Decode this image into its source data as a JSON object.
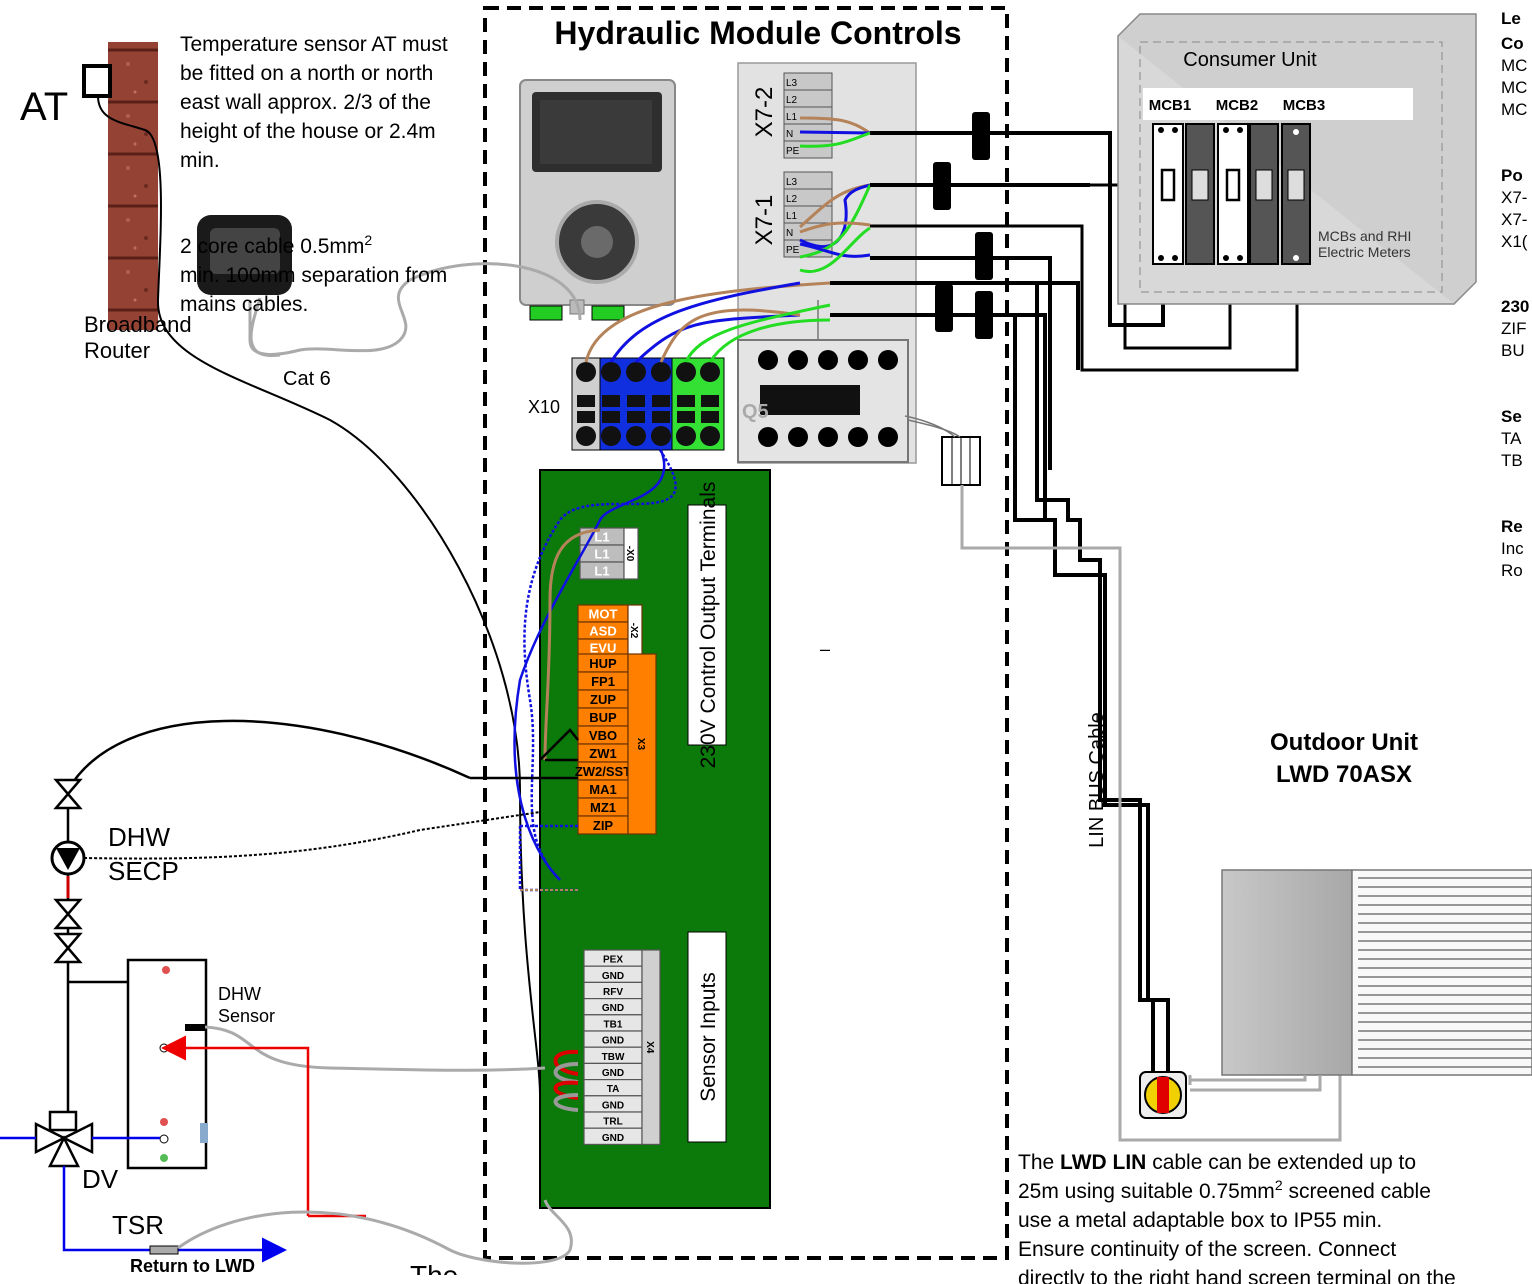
{
  "title": "Hydraulic Module Controls",
  "sensor_note": "Temperature sensor AT must be fitted on a north or north east wall approx. 2/3 of the height of the house or 2.4m min.",
  "cable_note_1": "2 core cable 0.5mm",
  "cable_note_sup": "2",
  "cable_note_2": "min. 100mm separation from mains cables.",
  "labels": {
    "at": "AT",
    "router_line1": "Broadband",
    "router_line2": "Router",
    "cat6": "Cat 6",
    "dhw": "DHW",
    "secp": "SECP",
    "dhw_sensor_line1": "DHW",
    "dhw_sensor_line2": "Sensor",
    "dv": "DV",
    "tsr": "TSR",
    "return_to_lwd": "Return to LWD",
    "x10": "X10",
    "q5": "Q5",
    "x7_2": "X7-2",
    "x7_1": "X7-1",
    "lin_bus_cable": "LIN BUS Cable",
    "outdoor_unit_line1": "Outdoor Unit",
    "outdoor_unit_line2": "LWD 70ASX",
    "consumer_unit": "Consumer Unit",
    "mcb1": "MCB1",
    "mcb2": "MCB2",
    "mcb3": "MCB3",
    "mcb_meters_line1": "MCBs and RHI",
    "mcb_meters_line2": "Electric Meters",
    "control_output_terminals": "230V Control Output Terminals",
    "sensor_inputs": "Sensor Inputs",
    "dash_mark": "–",
    "bottom_cut": "The"
  },
  "x7_terminals": [
    "L3",
    "L2",
    "L1",
    "N",
    "PE"
  ],
  "x0_block": {
    "name": "-X0",
    "terminals": [
      "L1",
      "L1",
      "L1"
    ]
  },
  "x2_block": {
    "name": "-X2",
    "terminals": [
      "MOT",
      "ASD",
      "EVU"
    ]
  },
  "x3_block": {
    "name": "X3",
    "terminals": [
      "HUP",
      "FP1",
      "ZUP",
      "BUP",
      "VBO",
      "ZW1",
      "ZW2/SST",
      "MA1",
      "MZ1",
      "ZIP"
    ]
  },
  "x4_block": {
    "name": "X4",
    "terminals": [
      "PEX",
      "GND",
      "RFV",
      "GND",
      "TB1",
      "GND",
      "TBW",
      "GND",
      "TA",
      "GND",
      "TRL",
      "GND"
    ]
  },
  "lin_note": {
    "p1": "The ",
    "bold": "LWD LIN",
    "p2": " cable can be extended up to",
    "line2a": "25m using suitable 0.75mm",
    "line2sup": "2",
    "line2b": " screened cable",
    "line3": "use a metal adaptable box to IP55 min.",
    "line4": "Ensure continuity of the screen. Connect",
    "line5": "directly to the right hand screen terminal on the"
  },
  "sidebar": [
    {
      "text": "Le",
      "bold": true
    },
    {
      "text": "Co",
      "bold": true
    },
    {
      "text": "MC",
      "bold": false
    },
    {
      "text": "MC",
      "bold": false
    },
    {
      "text": "MC",
      "bold": false
    },
    {
      "text": "Po",
      "bold": true
    },
    {
      "text": "X7-",
      "bold": false
    },
    {
      "text": "X7-",
      "bold": false
    },
    {
      "text": "X1(",
      "bold": false
    },
    {
      "text": "230",
      "bold": true
    },
    {
      "text": "ZIF",
      "bold": false
    },
    {
      "text": "BU",
      "bold": false
    },
    {
      "text": "Se",
      "bold": true
    },
    {
      "text": "TA",
      "bold": false
    },
    {
      "text": "TB",
      "bold": false
    },
    {
      "text": "Re",
      "bold": true
    },
    {
      "text": "Inc",
      "bold": false
    },
    {
      "text": "Ro",
      "bold": false
    }
  ],
  "colors": {
    "board_green": "#0b7a0b",
    "terminal_orange": "#ff7f00",
    "brown_wire": "#b5835a",
    "blue_wire": "#1010e0",
    "green_wire": "#22dd22",
    "red_pipe": "#ee0000",
    "blue_pipe": "#0000ee",
    "grey_cable": "#aaaaaa",
    "brick": "#8b3a2e"
  }
}
